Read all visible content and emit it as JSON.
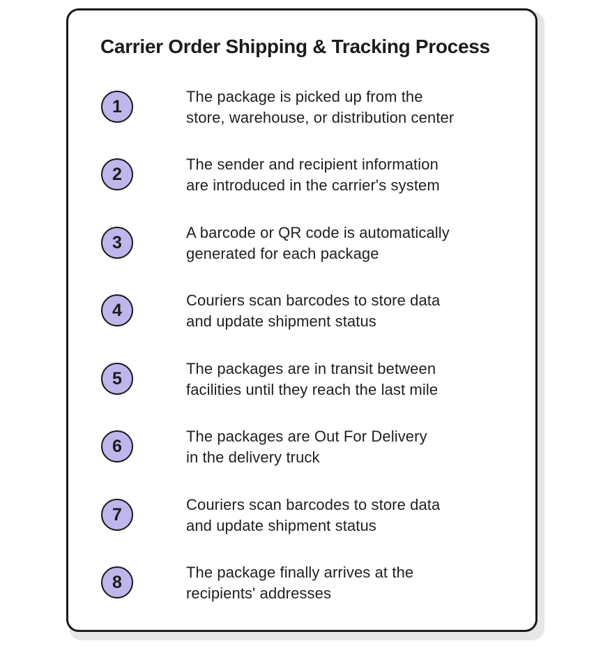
{
  "title": "Carrier Order Shipping & Tracking Process",
  "colors": {
    "badge_fill": "#c0b6ec",
    "outline": "#1a1a1a",
    "text": "#1f1f1f"
  },
  "steps": [
    {
      "number": "1",
      "line1": "The package is picked up from the",
      "line2": "store, warehouse, or distribution center"
    },
    {
      "number": "2",
      "line1": "The sender and recipient information",
      "line2": "are introduced in the carrier's system"
    },
    {
      "number": "3",
      "line1": "A barcode or QR code is automatically",
      "line2": "generated for each package"
    },
    {
      "number": "4",
      "line1": "Couriers scan barcodes to store data",
      "line2": "and update shipment status"
    },
    {
      "number": "5",
      "line1": "The packages are in transit between",
      "line2": "facilities until they reach the last mile"
    },
    {
      "number": "6",
      "line1": "The packages are Out For Delivery",
      "line2": "in the delivery truck"
    },
    {
      "number": "7",
      "line1": "Couriers scan barcodes to store data",
      "line2": "and update shipment status"
    },
    {
      "number": "8",
      "line1": "The package finally arrives at the",
      "line2": "recipients' addresses"
    }
  ]
}
